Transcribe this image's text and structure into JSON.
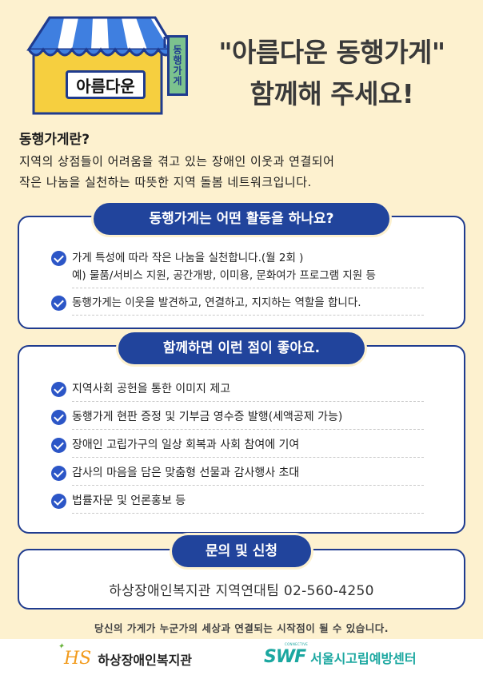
{
  "header": {
    "store_sign": "아름다운",
    "vertical_sign": "동행가게",
    "title_line1": "\"아름다운 동행가게\"",
    "title_line2": "함께해 주세요!"
  },
  "intro": {
    "heading": "동행가게란?",
    "line1": "지역의 상점들이 어려움을 겪고 있는 장애인 이웃과 연결되어",
    "line2": "작은 나눔을 실천하는 따뜻한 지역 돌봄 네트워크입니다."
  },
  "section1": {
    "title": "동행가게는 어떤 활동을 하나요?",
    "items": [
      {
        "text": "가게 특성에 따라 작은 나눔을 실천합니다.(월 2회 )",
        "sub": "예) 물품/서비스 지원, 공간개방, 이미용, 문화여가 프로그램 지원 등"
      },
      {
        "text": "동행가게는 이웃을 발견하고, 연결하고, 지지하는 역할을 합니다."
      }
    ]
  },
  "section2": {
    "title": "함께하면 이런 점이 좋아요.",
    "items": [
      "지역사회 공헌을 통한 이미지 제고",
      "동행가게 현판 증정 및 기부금 영수증 발행(세액공제 가능)",
      "장애인 고립가구의 일상 회복과 사회 참여에 기여",
      "감사의 마음을 담은 맞춤형 선물과 감사행사 초대",
      "법률자문 및 언론홍보 등"
    ]
  },
  "section3": {
    "title": "문의 및 신청",
    "contact": "하상장애인복지관 지역연대팀 02-560-4250"
  },
  "tagline": "당신의 가게가 누군가의 세상과 연결되는 시작점이 될 수 있습니다.",
  "footer": {
    "org1_logo": "HS",
    "org1_name": "하상장애인복지관",
    "org2_logo_tiny": "CONNECTIVE",
    "org2_logo": "SWF",
    "org2_name": "서울시고립예방센터"
  },
  "colors": {
    "background": "#fdf1cf",
    "navy": "#21449c",
    "check": "#2c56c7",
    "awning_blue": "#3f7fe0",
    "store_yellow": "#f6cf3f",
    "sign_green": "#7cc28e",
    "org2_teal": "#1ba7a0"
  }
}
